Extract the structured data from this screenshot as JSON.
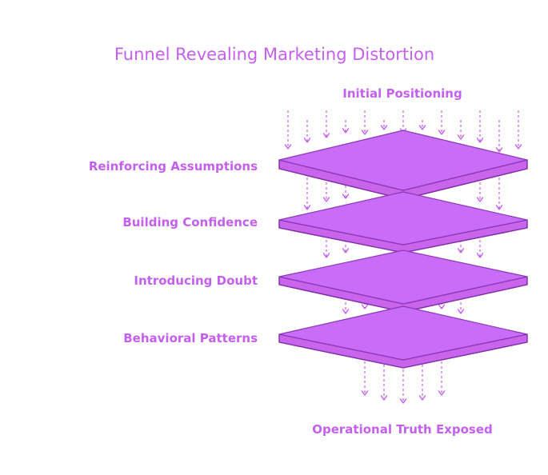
{
  "title": "Funnel Revealing Marketing Distortion",
  "top_label": "Initial Positioning",
  "bottom_label": "Operational Truth Exposed",
  "layers": [
    {
      "label": "Reinforcing Assumptions"
    },
    {
      "label": "Building Confidence"
    },
    {
      "label": "Introducing Doubt"
    },
    {
      "label": "Behavioral Patterns"
    }
  ],
  "colors": {
    "accent": "#c45ff0",
    "plate": "#c96cf8"
  }
}
